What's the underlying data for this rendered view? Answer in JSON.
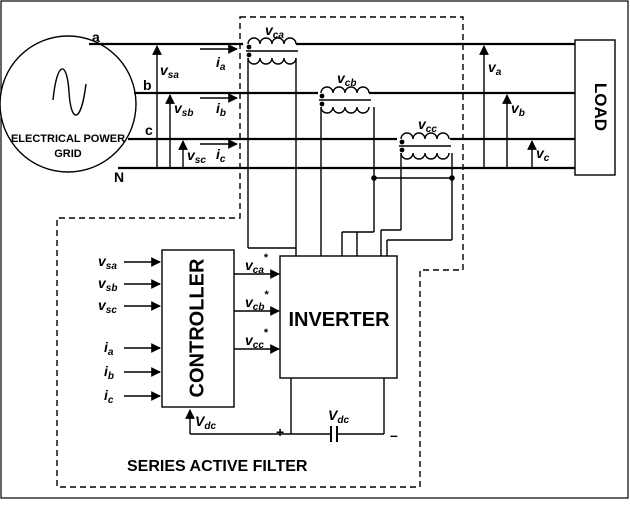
{
  "source": {
    "name": "ELECTRICAL POWER GRID",
    "name_line1": "ELECTRICAL POWER",
    "name_line2": "GRID"
  },
  "phases": {
    "a": "a",
    "b": "b",
    "c": "c",
    "n": "N"
  },
  "source_voltages": [
    {
      "main": "v",
      "sub": "sa"
    },
    {
      "main": "v",
      "sub": "sb"
    },
    {
      "main": "v",
      "sub": "sc"
    }
  ],
  "line_currents": [
    {
      "main": "i",
      "sub": "a"
    },
    {
      "main": "i",
      "sub": "b"
    },
    {
      "main": "i",
      "sub": "c"
    }
  ],
  "injected_voltages": [
    {
      "main": "v",
      "sub": "ca"
    },
    {
      "main": "v",
      "sub": "cb"
    },
    {
      "main": "v",
      "sub": "cc"
    }
  ],
  "load_voltages": [
    {
      "main": "v",
      "sub": "a"
    },
    {
      "main": "v",
      "sub": "b"
    },
    {
      "main": "v",
      "sub": "c"
    }
  ],
  "load": {
    "label": "LOAD"
  },
  "controller": {
    "label": "CONTROLLER",
    "inputs": [
      {
        "main": "v",
        "sub": "sa"
      },
      {
        "main": "v",
        "sub": "sb"
      },
      {
        "main": "v",
        "sub": "sc"
      },
      {
        "main": "i",
        "sub": "a"
      },
      {
        "main": "i",
        "sub": "b"
      },
      {
        "main": "i",
        "sub": "c"
      }
    ],
    "outputs": [
      {
        "main": "v",
        "sub": "ca",
        "sup": "*"
      },
      {
        "main": "v",
        "sub": "cb",
        "sup": "*"
      },
      {
        "main": "v",
        "sub": "cc",
        "sup": "*"
      }
    ],
    "feedback": {
      "main": "V",
      "sub": "dc"
    }
  },
  "inverter": {
    "label": "INVERTER"
  },
  "dc_link": {
    "capacitor": {
      "main": "V",
      "sub": "dc"
    },
    "plus": "+",
    "minus": "–"
  },
  "filter": {
    "label": "SERIES ACTIVE FILTER"
  }
}
